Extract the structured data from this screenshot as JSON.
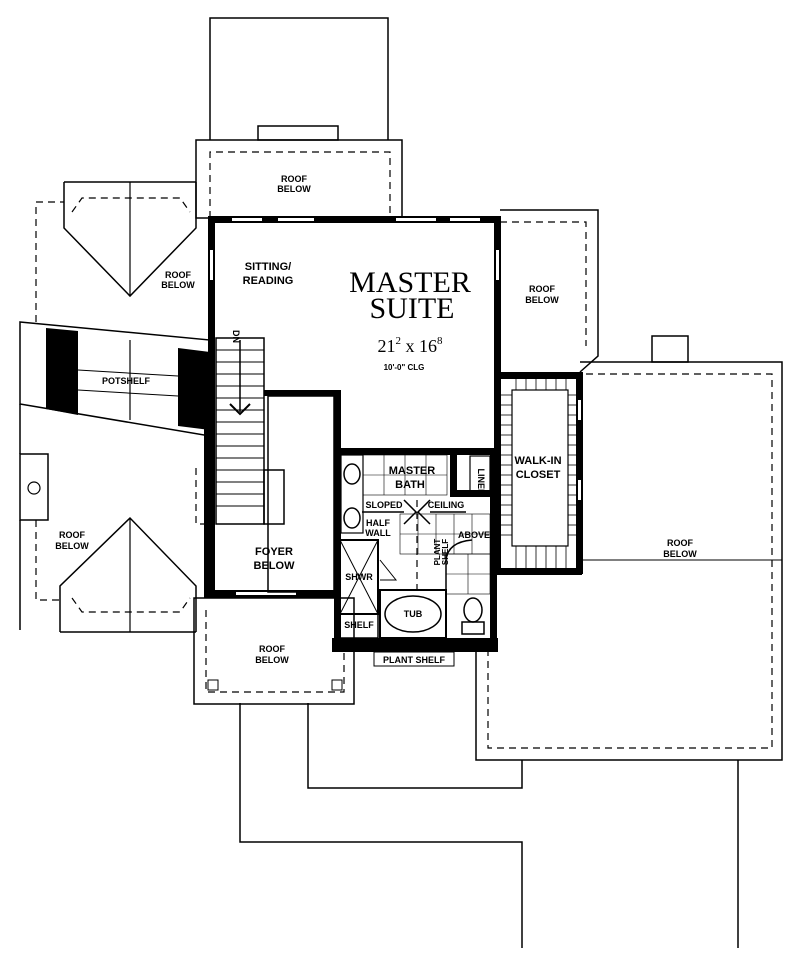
{
  "rooms": {
    "master_suite": {
      "title_line1": "MASTER",
      "title_line2": "SUITE",
      "dim_w": "21",
      "dim_w_sup": "2",
      "dim_sep": " x ",
      "dim_h": "16",
      "dim_h_sup": "8",
      "ceiling": "10'-0\" CLG"
    },
    "sitting_line1": "SITTING/",
    "sitting_line2": "READING",
    "walkin_line1": "WALK-IN",
    "walkin_line2": "CLOSET",
    "master_bath_line1": "MASTER",
    "master_bath_line2": "BATH",
    "linen": "LINEN",
    "foyer_line1": "FOYER",
    "foyer_line2": "BELOW",
    "shwr": "SHWR",
    "shelf": "SHELF",
    "tub": "TUB",
    "plant_shelf": "PLANT SHELF",
    "plant_shelf_v1": "PLANT",
    "plant_shelf_v2": "SHELF",
    "sloped": "SLOPED",
    "ceiling_word": "CEILING",
    "half_wall_1": "HALF",
    "half_wall_2": "WALL",
    "above": "ABOVE",
    "potshelf": "POTSHELF",
    "dn": "DN"
  },
  "roof_below": {
    "line1": "ROOF",
    "line2": "BELOW"
  }
}
